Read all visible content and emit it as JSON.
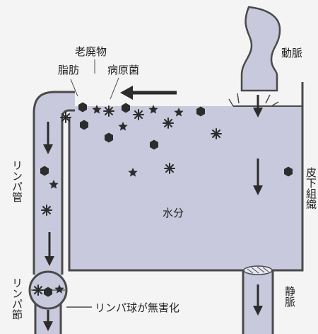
{
  "labels": {
    "artery": "動脈",
    "waste": "老廃物",
    "fat": "脂肪",
    "pathogen": "病原菌",
    "lymph_vessel": "リンパ管",
    "water": "水分",
    "subcutaneous_tissue": "皮下組織",
    "vein": "静脈",
    "lymph_node": "リンパ節",
    "neutralized": "リンパ球が無害化"
  },
  "colors": {
    "fluid": "#c9c9de",
    "wall": "#4a4a4a",
    "particle": "#2c2c2c",
    "background": "#f4f4f4"
  },
  "icons": {
    "fat": "hexagon-icon",
    "waste": "star-icon",
    "pathogen": "asterisk-icon",
    "flow": "arrow-icon"
  }
}
